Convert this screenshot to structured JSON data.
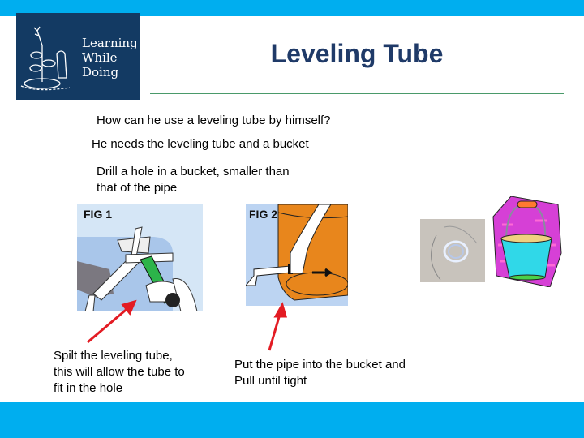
{
  "slide": {
    "title": "Leveling Tube",
    "logo": {
      "lines": [
        "Learning",
        "While",
        "Doing"
      ],
      "icon": "plant-and-farmer-logo-icon"
    },
    "question": "How can he use a leveling tube by himself?",
    "needs": "He needs the leveling tube and a bucket",
    "step_drill": [
      "Drill a hole in a bucket, smaller than",
      "that of the pipe"
    ],
    "figures": [
      {
        "label": "FIG 1",
        "icon": "cutting-tube-illustration-icon"
      },
      {
        "label": "FIG 2",
        "icon": "pipe-into-bucket-illustration-icon"
      }
    ],
    "caption_fig1": [
      "Spilt the leveling tube,",
      "this will allow the tube to",
      "fit in the hole"
    ],
    "caption_fig2": [
      "Put the pipe into the bucket and",
      "Pull until tight"
    ],
    "colors": {
      "accent_bar": "#00aeef",
      "logo_bg": "#133a63",
      "title": "#1f3a68",
      "arrow": "#e31b23"
    }
  }
}
